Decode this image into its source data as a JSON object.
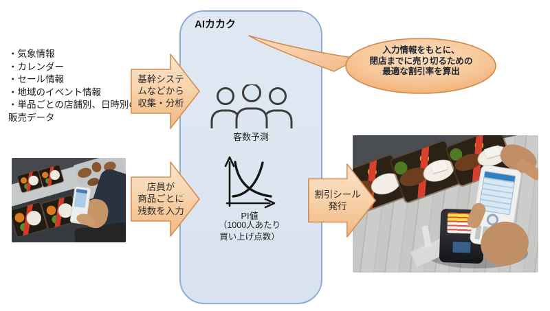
{
  "title": "AIカカク",
  "input_list": {
    "items": [
      "・気象情報",
      "・カレンダー",
      "・セール情報",
      "・地域のイベント情報",
      "・単品ごとの店舗別、日時別の販売データ"
    ]
  },
  "arrows": {
    "collect": {
      "lines": [
        "基幹システ",
        "ムなどから",
        "収集・分析"
      ]
    },
    "input": {
      "lines": [
        "店員が",
        "商品ごとに",
        "残数を入力"
      ]
    },
    "output": {
      "lines": [
        "割引シール",
        "発行"
      ]
    }
  },
  "bubble": {
    "lines": [
      "入力情報をもとに、",
      "閉店までに売り切るための",
      "最適な割引率を算出"
    ]
  },
  "core": {
    "people_label": "客数予測",
    "chart_label": "PI値",
    "chart_caption_lines": [
      "（1000人あたり",
      "買い上げ点数）"
    ]
  },
  "colors": {
    "arrow_fill_light": "#fbe3cb",
    "arrow_fill_dark": "#f2b87f",
    "arrow_border": "#d08e54",
    "bubble_border": "#cd8a4e",
    "box_fill": "#dce6f1",
    "box_border": "#8fadd4"
  }
}
